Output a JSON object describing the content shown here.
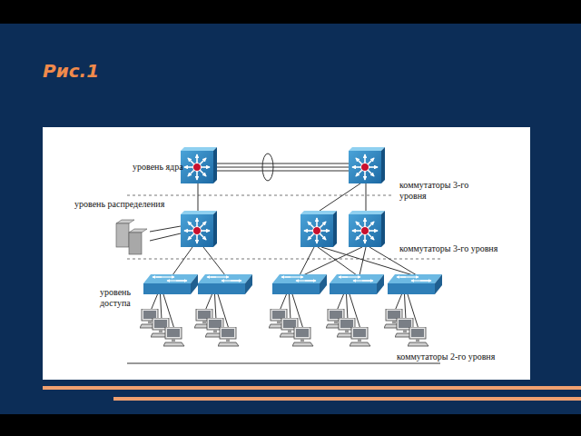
{
  "diagram": {
    "title": "Рис.1",
    "labels": [
      "уровень ядра",
      "коммутаторы 3-го уровня",
      "уровень распределения",
      "коммутаторы 3-го уровня",
      "уровень доступа",
      "коммутаторы 2-го уровня"
    ]
  }
}
